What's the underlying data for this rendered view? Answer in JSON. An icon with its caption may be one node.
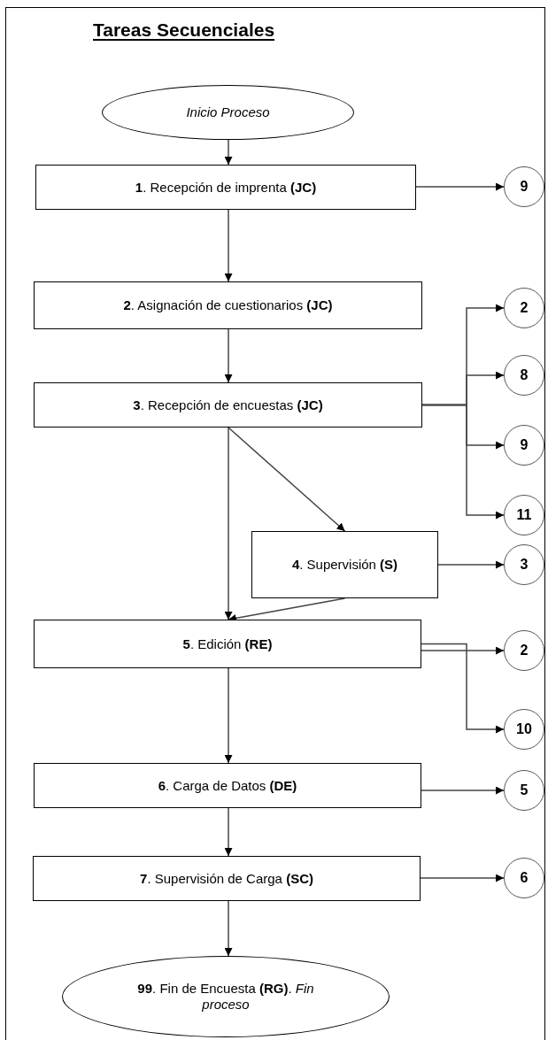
{
  "diagram": {
    "title": "Tareas Secuenciales",
    "nodes": [
      {
        "text": [
          "Inicio Proceso"
        ]
      },
      {
        "text": [
          "**1**. Recepción de imprenta **(JC)**"
        ]
      },
      {
        "text": [
          "9"
        ]
      },
      {
        "text": [
          "**2**. Asignación de cuestionarios **(JC)**"
        ]
      },
      {
        "text": [
          "**3**. Recepción de encuestas **(JC)**"
        ]
      },
      {
        "text": [
          "2"
        ]
      },
      {
        "text": [
          "8"
        ]
      },
      {
        "text": [
          "9"
        ]
      },
      {
        "text": [
          "11"
        ]
      },
      {
        "text": [
          "**4**. Supervisión **(S)**"
        ]
      },
      {
        "text": [
          "3"
        ]
      },
      {
        "text": [
          "**5**. Edición **(RE)**"
        ]
      },
      {
        "text": [
          "2"
        ]
      },
      {
        "text": [
          "10"
        ]
      },
      {
        "text": [
          "**6**. Carga de Datos **(DE)**"
        ]
      },
      {
        "text": [
          "5"
        ]
      },
      {
        "text": [
          "**7**. Supervisión de Carga **(SC)**"
        ]
      },
      {
        "text": [
          "6"
        ]
      },
      {
        "text": [
          "**99**. Fin de Encuesta **(RG)**.  *Fin proceso*"
        ]
      }
    ],
    "edges": [
      {
        "from": 0,
        "to": 1,
        "arrow": "to"
      },
      {
        "from": 1,
        "to": 2,
        "arrow": "to"
      },
      {
        "from": 1,
        "to": 3,
        "arrow": "to"
      },
      {
        "from": 3,
        "to": 4,
        "arrow": "to"
      },
      {
        "from": 4,
        "to": 5,
        "arrow": "to"
      },
      {
        "from": 4,
        "to": 6,
        "arrow": "to"
      },
      {
        "from": 4,
        "to": 7,
        "arrow": "to"
      },
      {
        "from": 4,
        "to": 8,
        "arrow": "to"
      },
      {
        "from": 4,
        "to": 9,
        "arrow": "to"
      },
      {
        "from": 4,
        "to": 11,
        "arrow": "to"
      },
      {
        "from": 9,
        "to": 10,
        "arrow": "to"
      },
      {
        "from": 9,
        "to": 11,
        "arrow": "to"
      },
      {
        "from": 11,
        "to": 12,
        "arrow": "to"
      },
      {
        "from": 11,
        "to": 13,
        "arrow": "to"
      },
      {
        "from": 11,
        "to": 14,
        "arrow": "to"
      },
      {
        "from": 14,
        "to": 15,
        "arrow": "to"
      },
      {
        "from": 14,
        "to": 16,
        "arrow": "to"
      },
      {
        "from": 16,
        "to": 17,
        "arrow": "to"
      },
      {
        "from": 16,
        "to": 18,
        "arrow": "to"
      }
    ]
  }
}
